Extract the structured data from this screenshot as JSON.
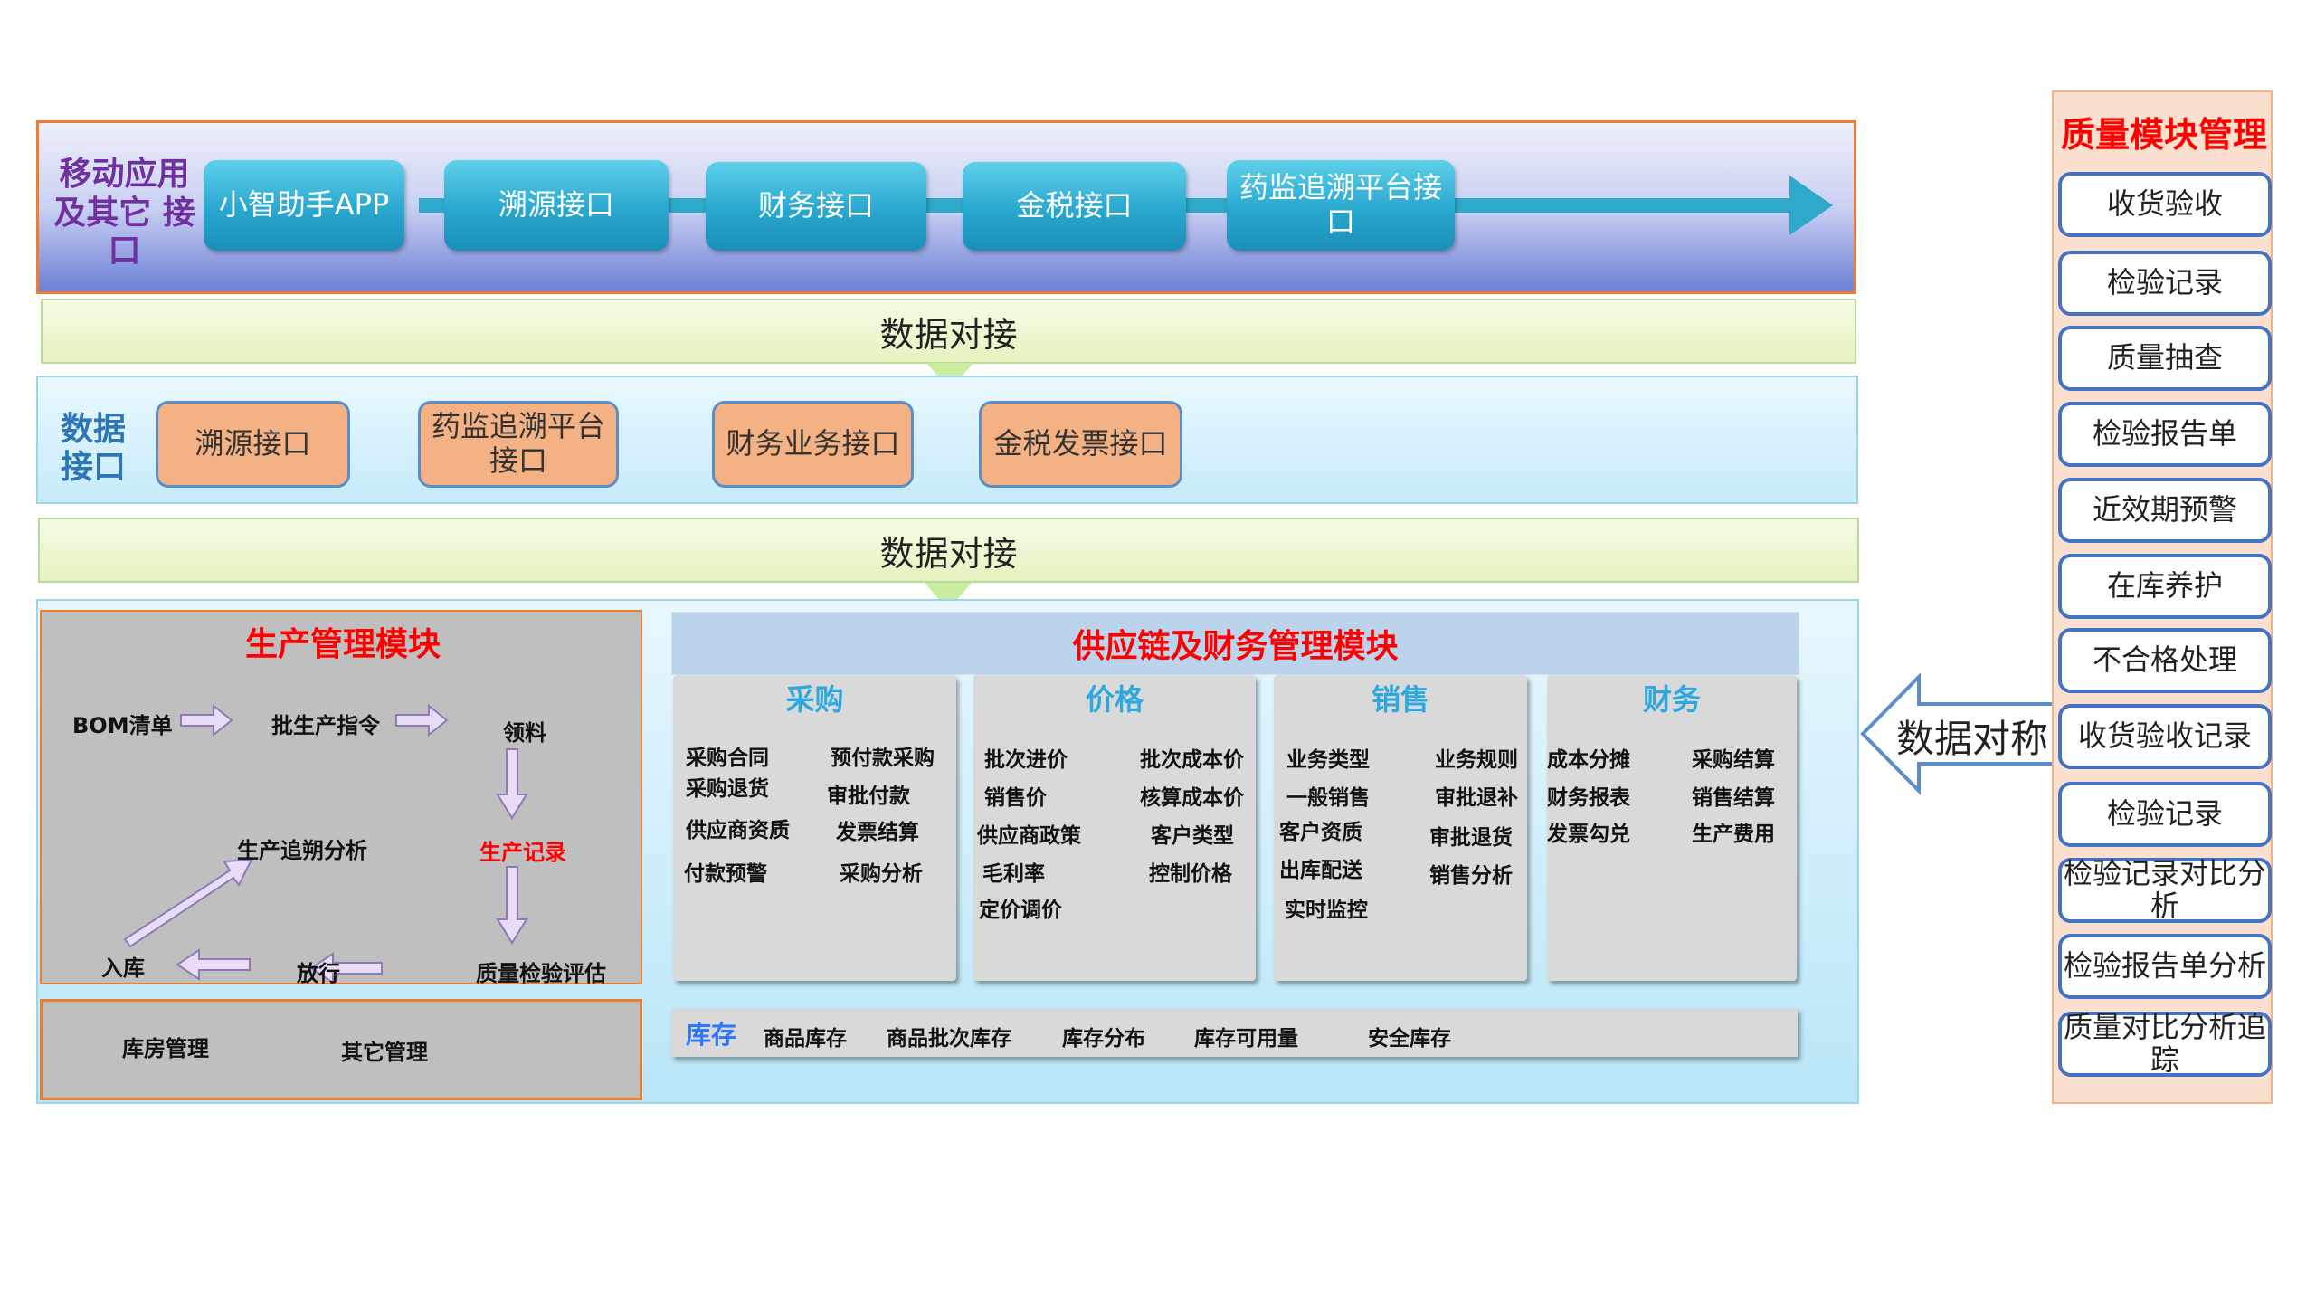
{
  "mobile_band": {
    "title": "移动应用及其它 接口",
    "boxes": [
      "小智助手APP",
      "溯源接口",
      "财务接口",
      "金税接口",
      "药监追溯平台接口"
    ]
  },
  "docking_labels": [
    "数据对接",
    "数据对接"
  ],
  "data_band": {
    "title": "数据接口",
    "boxes": [
      "溯源接口",
      "药监追溯平台接口",
      "财务业务接口",
      "金税发票接口"
    ]
  },
  "production": {
    "title": "生产管理模块",
    "nodes": {
      "bom": "BOM清单",
      "batch_order": "批生产指令",
      "material": "领料",
      "record": "生产记录",
      "quality_eval": "质量检验评估",
      "release": "放行",
      "inbound": "入库",
      "trace": "生产追朔分析"
    },
    "storehouse": "库房管理",
    "other": "其它管理"
  },
  "supply_chain": {
    "title": "供应链及财务管理模块",
    "columns": [
      {
        "title": "采购",
        "items": [
          "采购合同",
          "预付款采购",
          "采购退货",
          "审批付款",
          "供应商资质",
          "发票结算",
          "付款预警",
          "采购分析"
        ]
      },
      {
        "title": "价格",
        "items": [
          "批次进价",
          "批次成本价",
          "销售价",
          "核算成本价",
          "供应商政策",
          "客户类型",
          "毛利率",
          "控制价格",
          "定价调价"
        ]
      },
      {
        "title": "销售",
        "items": [
          "业务类型",
          "业务规则",
          "一般销售",
          "审批退补",
          "客户资质",
          "审批退货",
          "出库配送",
          "销售分析",
          "实时监控"
        ]
      },
      {
        "title": "财务",
        "items": [
          "成本分摊",
          "采购结算",
          "财务报表",
          "销售结算",
          "发票勾兑",
          "生产费用"
        ]
      }
    ],
    "inventory": {
      "label": "库存",
      "items": [
        "商品库存",
        "商品批次库存",
        "库存分布",
        "库存可用量",
        "安全库存"
      ]
    }
  },
  "symmetry_label": "数据对称",
  "quality": {
    "title": "质量模块管理",
    "items": [
      "收货验收",
      "检验记录",
      "质量抽查",
      "检验报告单",
      "近效期预警",
      "在库养护",
      "不合格处理",
      "收货验收记录",
      "检验记录",
      "检验记录对比分析",
      "检验报告单分析",
      "质量对比分析追踪"
    ]
  },
  "colors": {
    "mobile_title": "#7030A0",
    "data_title": "#2E75B6",
    "module_title": "#FF0000",
    "column_title": "#2EA9E0",
    "cyan_box": "#2EA9C9",
    "orange_box": "#F4B183",
    "panel_border": "#ED7D31"
  }
}
